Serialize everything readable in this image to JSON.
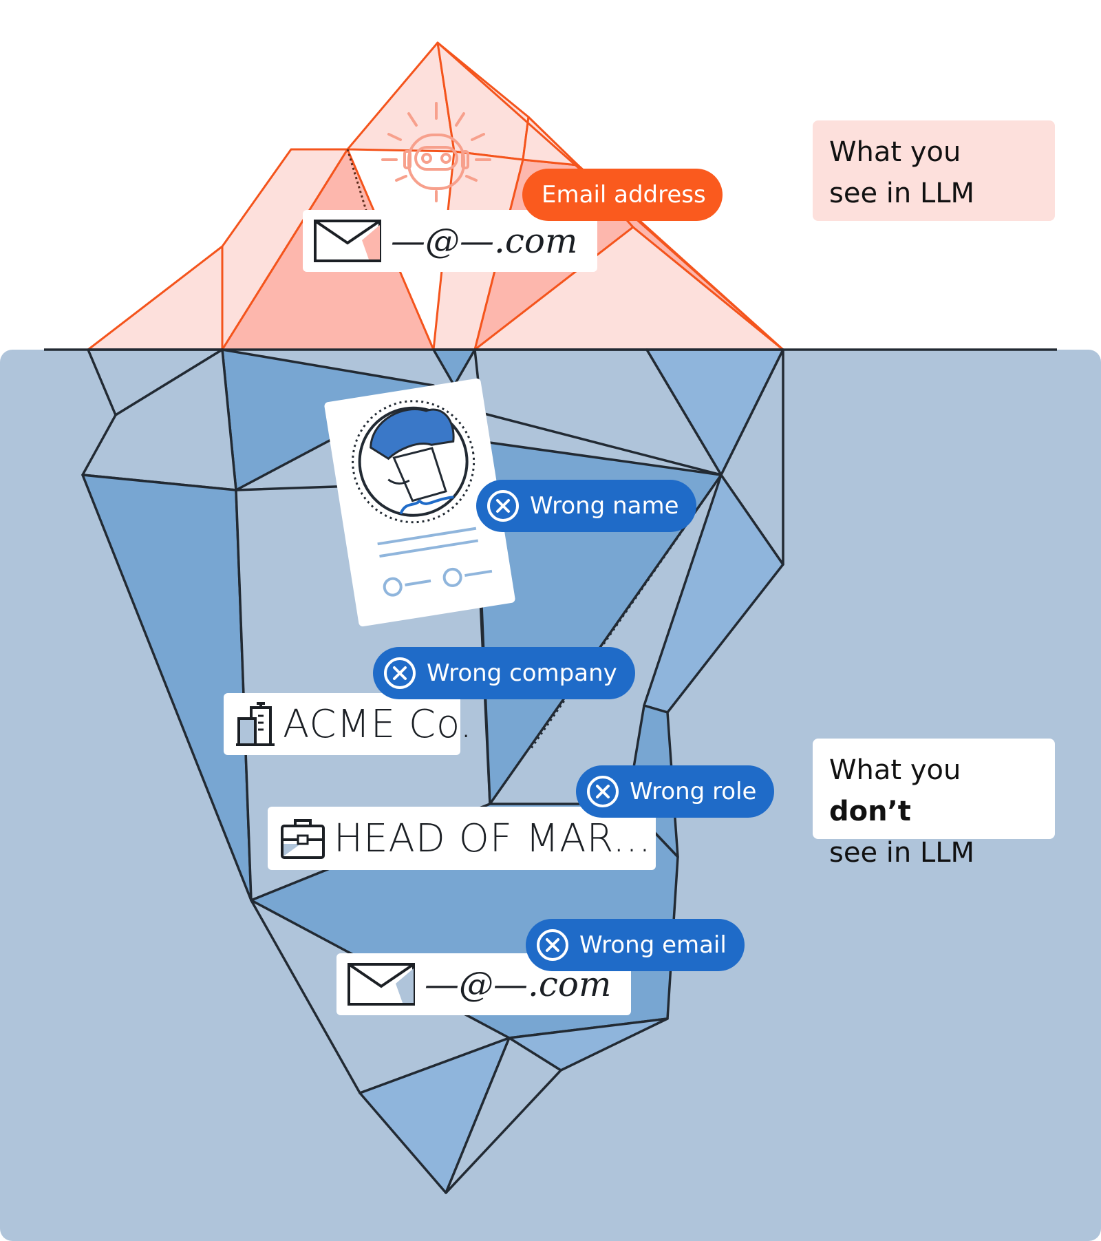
{
  "colors": {
    "sea": "#afc4da",
    "tip_fill": "#fde0dc",
    "tip_fill_dark": "#fdb7ad",
    "tip_stroke": "#f4541c",
    "ice_dark": "#78a6d2",
    "ice_mid": "#8fb5dc",
    "outline": "#222a33",
    "tag_orange": "#fa5a1e",
    "tag_blue": "#1f6bc8"
  },
  "labels": {
    "above": {
      "line1": "What you",
      "line2": "see in LLM"
    },
    "below": {
      "line1_pre": "What you ",
      "line1_bold": "don’t",
      "line2": "see in LLM"
    }
  },
  "tags": {
    "email_address": "Email address",
    "wrong_name": "Wrong name",
    "wrong_company": "Wrong company",
    "wrong_role": "Wrong role",
    "wrong_email": "Wrong email"
  },
  "cards": {
    "email_top": "—@—.com",
    "company": "ACME Co.",
    "role": "HEAD OF MAR...",
    "email_bottom": "—@—.com"
  },
  "icons": {
    "robot": "robot-icon",
    "envelope": "envelope-icon",
    "building": "building-icon",
    "briefcase": "briefcase-icon",
    "close": "x-circle-icon",
    "profile": "profile-card-icon"
  }
}
